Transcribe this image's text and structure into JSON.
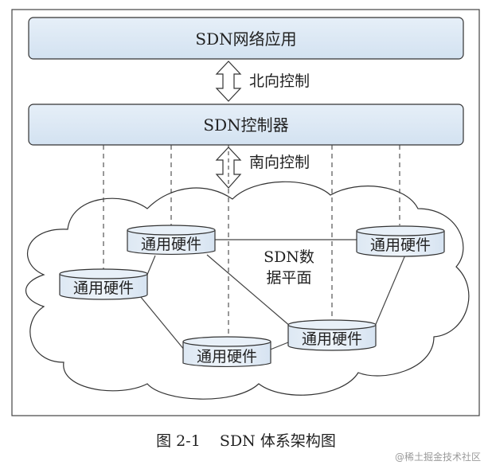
{
  "diagram": {
    "app_layer_label": "SDN网络应用",
    "northbound_label": "北向控制",
    "controller_label": "SDN控制器",
    "southbound_label": "南向控制",
    "data_plane_label_line1": "SDN数",
    "data_plane_label_line2": "据平面",
    "nodes": [
      {
        "id": "a",
        "label": "通用硬件"
      },
      {
        "id": "b",
        "label": "通用硬件"
      },
      {
        "id": "c",
        "label": "通用硬件"
      },
      {
        "id": "d",
        "label": "通用硬件"
      },
      {
        "id": "e",
        "label": "通用硬件"
      }
    ]
  },
  "caption": "图 2-1    SDN 体系架构图",
  "watermark": "@稀土掘金技术社区",
  "colors": {
    "box_fill": "#dce8f4",
    "border": "#333333",
    "cloud_fill": "#ffffff"
  }
}
